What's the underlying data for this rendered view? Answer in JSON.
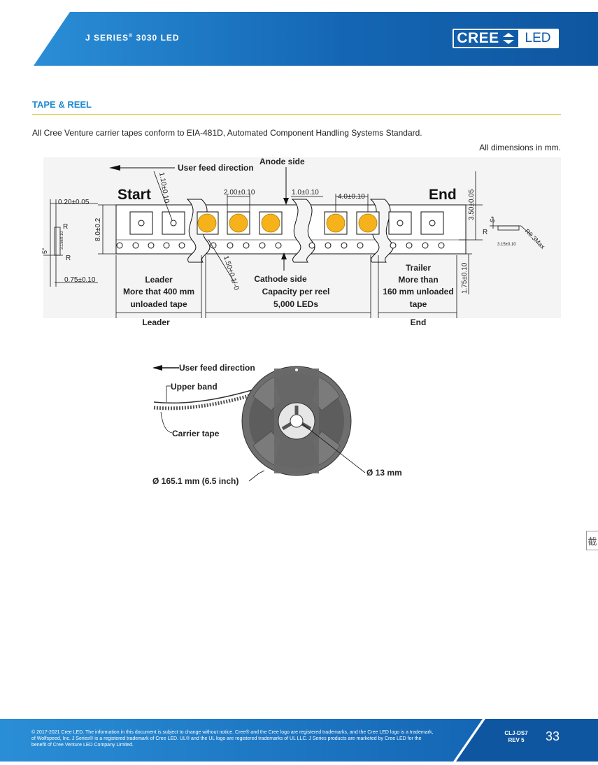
{
  "header": {
    "title": "J SERIES",
    "title_mark": "®",
    "title_suffix": " 3030 LED",
    "logo_left": "CREE",
    "logo_right": "LED",
    "color_primary": "#0f5ba6",
    "color_accent": "#1f8ad2"
  },
  "section": {
    "title": "TAPE & REEL",
    "intro": "All Cree Venture carrier tapes conform to EIA-481D, Automated Component Handling Systems Standard.",
    "dims_note": "All dimensions in mm."
  },
  "tape_diagram": {
    "user_feed": "User feed direction",
    "anode": "Anode side",
    "start": "Start",
    "end": "End",
    "dim_top_1": "1.10±0.10",
    "dim_pitch_2": "2.00±0.10",
    "dim_1": "1.0±0.10",
    "dim_pitch_4": "4.0±0.10",
    "dim_height_right": "3.50±0.05",
    "dim_020": "0.20±0.05",
    "dim_width": "8.0±0.2",
    "dim_075": "0.75±0.10",
    "dim_150": "1.50+0.1/-0",
    "dim_175": "1.75±0.10",
    "dim_315": "3.15±0.10",
    "dim_r03": "R0.3Max",
    "r_label": "R",
    "angle_label": "5°",
    "cathode": "Cathode side",
    "capacity_1": "Capacity per reel",
    "capacity_2": "5,000 LEDs",
    "leader_1": "Leader",
    "leader_2": "More that 400 mm",
    "leader_3": "unloaded tape",
    "trailer_1": "Trailer",
    "trailer_2": "More than",
    "trailer_3": "160 mm unloaded",
    "trailer_4": "tape",
    "leader_bottom": "Leader",
    "end_bottom": "End",
    "led_color": "#f5b21b"
  },
  "reel_diagram": {
    "user_feed": "User feed direction",
    "upper_band": "Upper band",
    "carrier_tape": "Carrier tape",
    "diameter_outer": "Ø 165.1 mm (6.5 inch)",
    "diameter_hub": "Ø 13 mm"
  },
  "side_tab": "截",
  "footer": {
    "legal": "© 2017-2021 Cree LED. The information in this document is subject to change without notice. Cree® and the Cree logo are registered trademarks, and the Cree LED logo is a trademark, of Wolfspeed, Inc. J Series® is a registered trademark of Cree LED. UL® and the UL logo are registered trademarks of UL LLC. J Series products are marketed by Cree LED for the benefit of Cree Venture LED Company Limited.",
    "doc_id": "CLJ-DS7",
    "rev": "REV 5",
    "page": "33"
  }
}
